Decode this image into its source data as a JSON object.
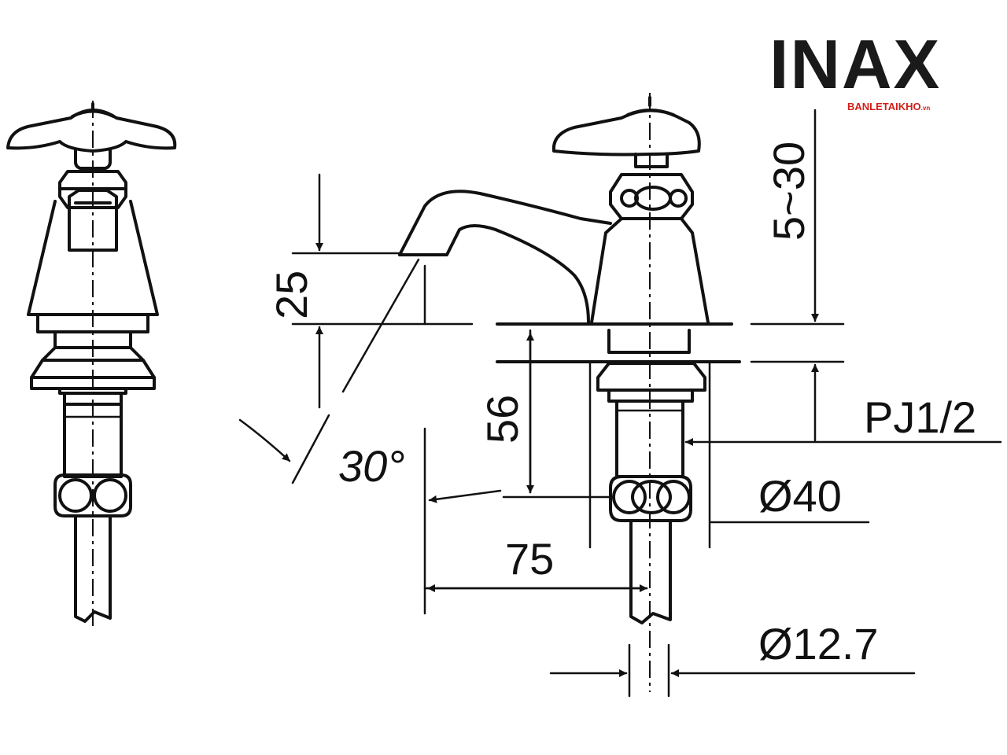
{
  "brand": {
    "name": "INAX",
    "watermark": "BANLETAIKHO",
    "watermark_suffix": ".vn",
    "accent_color": "#d0201a"
  },
  "dimensions": {
    "spout_height": "25",
    "mount_height": "56",
    "handle_range": "5~30",
    "spout_angle": "30°",
    "thread": "PJ1/2",
    "flange_diameter": "Ø40",
    "spout_reach": "75",
    "tube_diameter": "Ø12.7"
  }
}
